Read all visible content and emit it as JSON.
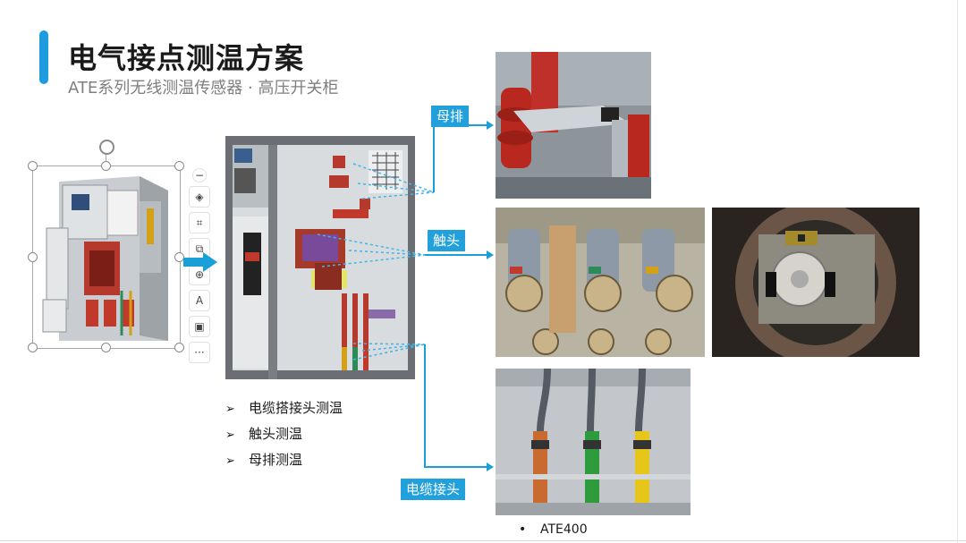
{
  "header": {
    "title": "电气接点测温方案",
    "subtitle": "ATE系列无线测温传感器 · 高压开关柜"
  },
  "labels": {
    "busbar": "母排",
    "contact": "触头",
    "cable_joint": "电缆接头"
  },
  "bullets": [
    "电缆搭接头测温",
    "触头测温",
    "母排测温"
  ],
  "bullet_mark": "➢",
  "model": {
    "marker": "•",
    "name": "ATE400"
  },
  "toolbar": [
    {
      "icon": "minus-icon",
      "glyph": "−"
    },
    {
      "icon": "layers-icon",
      "glyph": "◈"
    },
    {
      "icon": "crop-icon",
      "glyph": "⌗"
    },
    {
      "icon": "duplicate-icon",
      "glyph": "⧉"
    },
    {
      "icon": "zoom-in-icon",
      "glyph": "⊕"
    },
    {
      "icon": "text-recognition-icon",
      "glyph": "A"
    },
    {
      "icon": "image-edit-icon",
      "glyph": "▣"
    },
    {
      "icon": "more-icon",
      "glyph": "···"
    }
  ],
  "colors": {
    "accent": "#1f9be0",
    "tag_bg": "#21a0dc",
    "arrow": "#1aa0d8",
    "dotted": "#3fb6e8"
  }
}
